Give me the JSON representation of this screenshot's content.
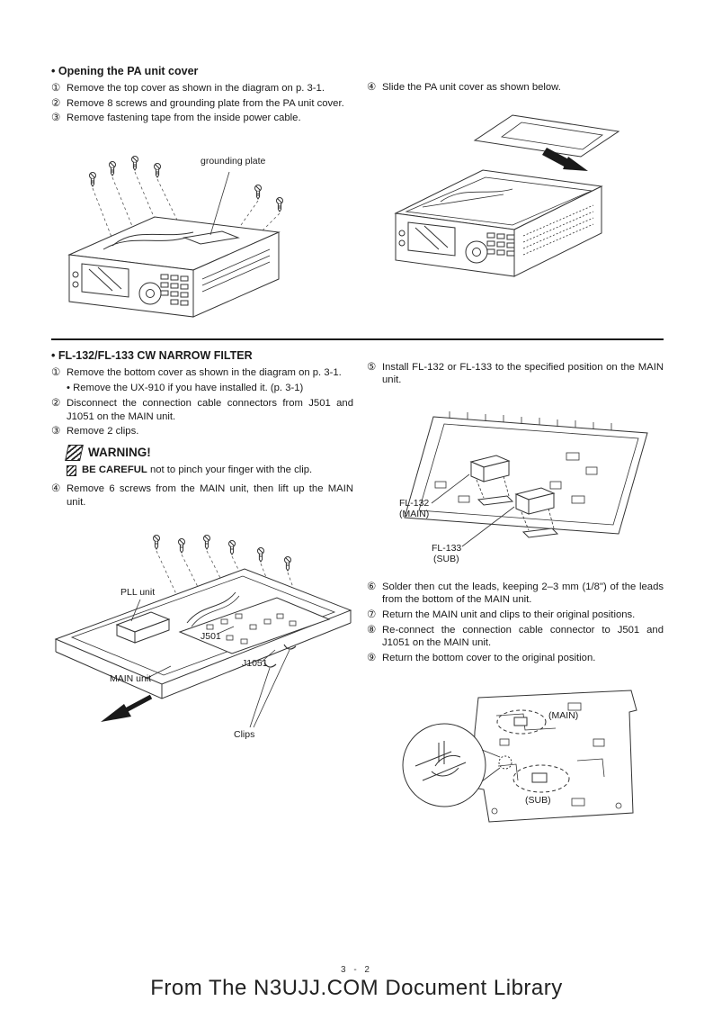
{
  "page": {
    "number": "3 - 2",
    "watermark": "From The N3UJJ.COM Document Library"
  },
  "section1": {
    "title": "• Opening the PA unit cover",
    "steps": [
      {
        "num": "①",
        "text": "Remove the top cover as shown in the diagram on p. 3-1."
      },
      {
        "num": "②",
        "text": "Remove 8 screws and grounding plate from the PA unit cover."
      },
      {
        "num": "③",
        "text": "Remove fastening tape from the inside power cable."
      },
      {
        "num": "④",
        "text": "Slide the PA unit cover as shown below."
      }
    ],
    "grounding_plate_label": "grounding plate"
  },
  "section2": {
    "title": "• FL-132/FL-133 CW NARROW FILTER",
    "steps": [
      {
        "num": "①",
        "text": "Remove the bottom cover as shown in the diagram on p. 3-1."
      },
      {
        "num": "②",
        "text": "Disconnect the connection cable connectors from J501 and J1051 on the MAIN unit."
      },
      {
        "num": "③",
        "text": "Remove 2 clips."
      },
      {
        "num": "④",
        "text": "Remove 6 screws from the MAIN unit, then lift up the MAIN unit."
      },
      {
        "num": "⑤",
        "text": "Install FL-132 or FL-133 to the specified position on the MAIN unit."
      },
      {
        "num": "⑥",
        "text": "Solder then cut the leads, keeping 2–3 mm (1/8\") of the leads from the bottom of the MAIN unit."
      },
      {
        "num": "⑦",
        "text": "Return the MAIN unit and clips to their original positions."
      },
      {
        "num": "⑧",
        "text": "Re-connect the connection cable connector to J501 and J1051 on the MAIN unit."
      },
      {
        "num": "⑨",
        "text": "Return the bottom cover to the original position."
      }
    ],
    "sub_step": "•  Remove the UX-910 if you have installed it. (p. 3-1)",
    "warning": {
      "title": "WARNING!",
      "bold": "BE CAREFUL",
      "rest": " not to pinch your finger with the clip."
    },
    "labels": {
      "pll_unit": "PLL unit",
      "j501": "J501",
      "j1051": "J1051",
      "main_unit": "MAIN unit",
      "clips": "Clips",
      "fl132": "FL-132",
      "fl132_pos": "(MAIN)",
      "fl133": "FL-133",
      "fl133_pos": "(SUB)",
      "pos_main": "(MAIN)",
      "pos_sub": "(SUB)"
    }
  }
}
